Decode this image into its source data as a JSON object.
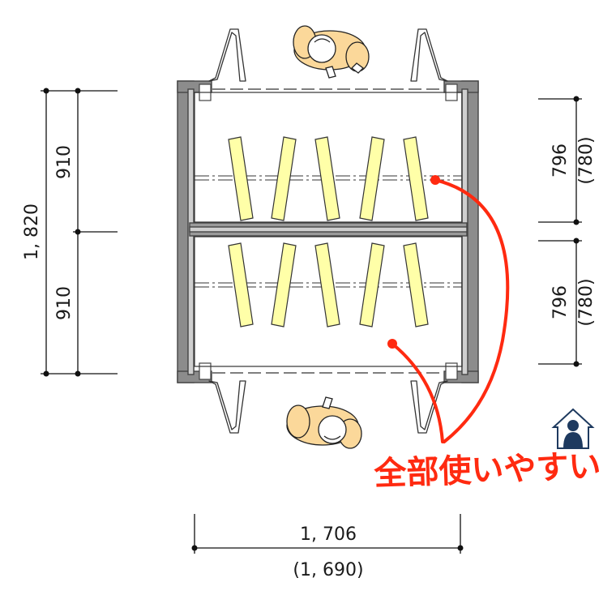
{
  "dimensions": {
    "total_height": "1, 820",
    "upper_span": "910",
    "lower_span": "910",
    "upper_shelf_depth": "796",
    "upper_shelf_depth_alt": "(780)",
    "lower_shelf_depth": "796",
    "lower_shelf_depth_alt": "(780)",
    "width": "1, 706",
    "width_alt": "(1, 690)"
  },
  "annotation": {
    "text": "全部使いやすい",
    "color": "#ff2a10"
  },
  "colors": {
    "wall": "#8c8c8c",
    "wall_inner": "#cfcfcf",
    "boards": "#ffffa8",
    "skin": "#fbd89a",
    "logo": "#1e3a5f"
  },
  "icons": {
    "logo": "house-person-icon"
  }
}
